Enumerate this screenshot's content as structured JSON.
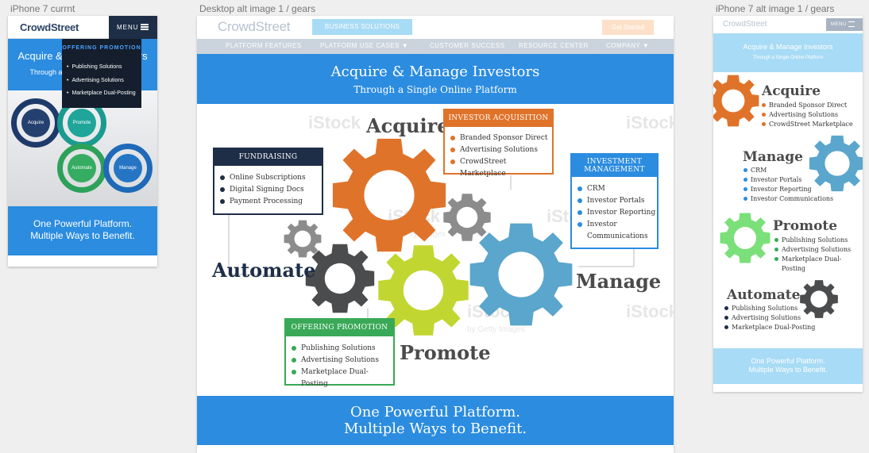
{
  "artboards": {
    "iphone_current": "iPhone 7 currnt",
    "desktop": "Desktop alt image 1 / gears",
    "iphone_alt": "iPhone 7 alt image 1 / gears"
  },
  "brand": "CrowdStreet",
  "colors": {
    "primary_blue": "#2b8ce0",
    "navy": "#1e2e47",
    "orange": "#e0732a",
    "green": "#3aa957",
    "lime": "#c2d631",
    "steel_blue": "#5aa6cc",
    "dark_gray": "#4b4c4e",
    "light_blue": "#a8dbf5"
  },
  "mobile_current": {
    "menu_label": "MENU",
    "hero_title": "Acquire & Manage Investors",
    "hero_subtitle": "Through a Single Online Platform",
    "dropdown": {
      "title": "OFFERING PROMOTION",
      "items": [
        "Publishing Solutions",
        "Advertising Solutions",
        "Marketplace Dual-Posting"
      ]
    },
    "circles": [
      "Acquire",
      "Promote",
      "Automate",
      "Manage"
    ],
    "footer_line1": "One Powerful Platform.",
    "footer_line2": "Multiple Ways to Benefit."
  },
  "desktop": {
    "business_button": "BUSINESS SOLUTIONS",
    "get_started": "Get Started",
    "nav": [
      "PLATFORM FEATURES",
      "PLATFORM USE CASES ▼",
      "CUSTOMER SUCCESS",
      "RESOURCE CENTER",
      "COMPANY ▼"
    ],
    "hero_title": "Acquire & Manage Investors",
    "hero_subtitle": "Through a Single Online Platform",
    "words": {
      "acquire": "Acquire",
      "automate": "Automate",
      "manage": "Manage",
      "promote": "Promote"
    },
    "boxes": {
      "investor_acquisition": {
        "title": "INVESTOR ACQUISITION",
        "items": [
          "Branded Sponsor Direct",
          "Advertising Solutions",
          "CrowdStreet Marketplace"
        ]
      },
      "fundraising_automation": {
        "title": "FUNDRAISING AUTOMATION",
        "items": [
          "Online Subscriptions",
          "Digital Signing Docs",
          "Payment Processing"
        ]
      },
      "investment_management": {
        "title_line1": "INVESTMENT",
        "title_line2": "MANAGEMENT",
        "items": [
          "CRM",
          "Investor Portals",
          "Investor Reporting",
          "Investor",
          "Communications"
        ]
      },
      "offering_promotion": {
        "title": "OFFERING PROMOTION",
        "items": [
          "Publishing Solutions",
          "Advertising Solutions",
          "Marketplace Dual-Posting"
        ]
      }
    },
    "watermark": "iStock",
    "watermark_sub": "by Getty Images",
    "footer_line1": "One Powerful Platform.",
    "footer_line2": "Multiple Ways to Benefit."
  },
  "mobile_alt": {
    "menu_label": "MENU",
    "hero_title": "Acquire & Manage Investors",
    "hero_subtitle": "Through a Single Online Platform",
    "sections": {
      "acquire": {
        "title": "Acquire",
        "items": [
          "Branded Sponsor Direct",
          "Advertising Solutions",
          "CrowdStreet Marketplace"
        ]
      },
      "manage": {
        "title": "Manage",
        "items": [
          "CRM",
          "Investor Portals",
          "Investor Reporting",
          "Investor Communications"
        ]
      },
      "promote": {
        "title": "Promote",
        "items": [
          "Publishing Solutions",
          "Advertising Solutions",
          "Marketplace Dual-",
          "Posting"
        ]
      },
      "automate": {
        "title": "Automate",
        "items": [
          "Publishing Solutions",
          "Advertising Solutions",
          "Marketplace Dual-Posting"
        ]
      }
    },
    "footer_line1": "One Powerful Platform.",
    "footer_line2": "Multiple Ways to Benefit."
  }
}
